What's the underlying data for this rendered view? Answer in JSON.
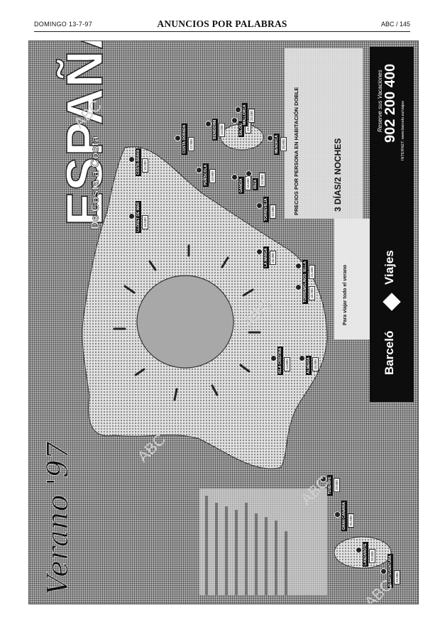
{
  "header": {
    "date": "DOMINGO 13-7-97",
    "section_title": "ANUNCIOS POR PALABRAS",
    "page": "ABC / 145"
  },
  "ad": {
    "headline": "ESPAÑA",
    "subheadline": "De Costa a Costa",
    "season": "Verano '97",
    "offer_title": "PRECIOS POR PERSONA EN HABITACIÓN DOBLE",
    "offer_subtitle": "3 DÍAS/2 NOCHES",
    "offer_note": "Para viajar todo el verano",
    "reserve_label": "Reserve sus Vacaciones",
    "phone": "902 200 400",
    "web_label": "INTERNET: www.barcelo.es/viajes",
    "brand_left": "Barceló",
    "brand_right": "Viajes",
    "destinations": [
      {
        "name": "COSTA BRAVA",
        "price": "15.200"
      },
      {
        "name": "COSTA DORADA",
        "price": "17.900"
      },
      {
        "name": "BENIDORM",
        "price": "14.500"
      },
      {
        "name": "SALOU",
        "price": "19.800"
      },
      {
        "name": "PEÑÍSCOLA",
        "price": "13.900"
      },
      {
        "name": "GANDÍA",
        "price": "16.600"
      },
      {
        "name": "TORREVIEJA",
        "price": "12.900"
      },
      {
        "name": "MARBELLA",
        "price": "21.500"
      },
      {
        "name": "TORREMOLINOS",
        "price": "18.700"
      },
      {
        "name": "ALMERÍA",
        "price": "15.900"
      },
      {
        "name": "ISLA CRISTINA",
        "price": "14.800"
      },
      {
        "name": "LA MANGA",
        "price": "16.300"
      },
      {
        "name": "MALLORCA",
        "price": "22.400"
      },
      {
        "name": "IBIZA",
        "price": "24.900"
      },
      {
        "name": "MENORCA",
        "price": "20.600"
      },
      {
        "name": "TENERIFE",
        "price": "29.900"
      },
      {
        "name": "GRAN CANARIA",
        "price": "31.500"
      },
      {
        "name": "LANZAROTE",
        "price": "32.800"
      },
      {
        "name": "FUERTEVENTURA",
        "price": "33.900"
      },
      {
        "name": "LLORET DE MAR",
        "price": "16.500"
      }
    ]
  },
  "watermark": "ABC"
}
